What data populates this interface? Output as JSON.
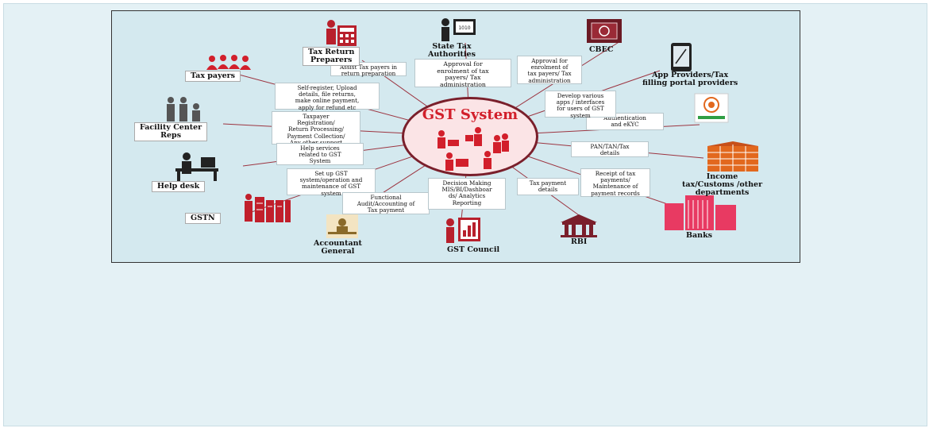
{
  "hub": {
    "title": "GST System"
  },
  "stakeholders": {
    "tax_return_preparers": "Tax Return\nPreparers",
    "state_tax_authorities": "State Tax\nAuthorities",
    "cbec": "CBEC",
    "app_providers": "App Providers/Tax\nfilling portal providers",
    "tax_payers": "Tax payers",
    "facility_center_reps": "Facility Center\nReps",
    "help_desk": "Help desk",
    "gstn": "GSTN",
    "accountant_general": "Accountant\nGeneral",
    "gst_council": "GST Council",
    "rbi": "RBI",
    "banks": "Banks",
    "income_tax": "Income\ntax/Customs /other\ndepartments"
  },
  "relations": {
    "assist_tax_payers": "Assist Tax payers in\nreturn preparation",
    "approval_state": "Approval for\nenrolment of tax\npayers/ Tax\nadministration",
    "approval_cbec": "Approval for\nenrolment of\ntax payers/ Tax\nadministration",
    "self_register": "Self-register, Upload\ndetails, file returns,\nmake online payment,\napply for refund etc",
    "taxpayer_registration": "Taxpayer\nRegistration/\nReturn Processing/\nPayment Collection/\nAny other support",
    "help_services": "Help services\nrelated to GST\nSystem",
    "set_up_gst": "Set up GST\nsystem/operation and\nmaintenance  of GST\nsystem",
    "functional_audit": "Functional\nAudit/Accounting of\nTax payment",
    "decision_making": "Decision Making\nMIS/BI/Dashboar\nds/ Analytics\nReporting",
    "tax_payment_details": "Tax payment\ndetails",
    "receipt_of_tax": "Receipt of tax\npayments/\nMaintenance of\npayment records",
    "pan_tan": "PAN/TAN/Tax\ndetails",
    "authentication": "Authentication\nand eKYC",
    "develop_apps": "Develop various\napps / interfaces\nfor users of GST\nsystem"
  },
  "icons": {
    "tax_return_preparers": "calculator-person-icon",
    "state_tax_authorities": "presenter-board-icon",
    "cbec": "safe-icon",
    "app_providers": "smartphone-icon",
    "tax_payers": "group-people-icon",
    "facility_center_reps": "facility-people-icon",
    "help_desk": "desk-worker-icon",
    "gstn": "server-racks-icon",
    "accountant_general": "accountant-desk-icon",
    "gst_council": "chart-presenter-icon",
    "rbi": "bank-building-icon",
    "banks": "banks-building-icon",
    "income_tax": "office-building-icon",
    "aadhaar": "aadhaar-card-icon"
  },
  "colors": {
    "accent": "#d21f2b",
    "dark_red": "#7a1f2b",
    "panel": "#d4e9ef",
    "line": "#9c3440"
  }
}
